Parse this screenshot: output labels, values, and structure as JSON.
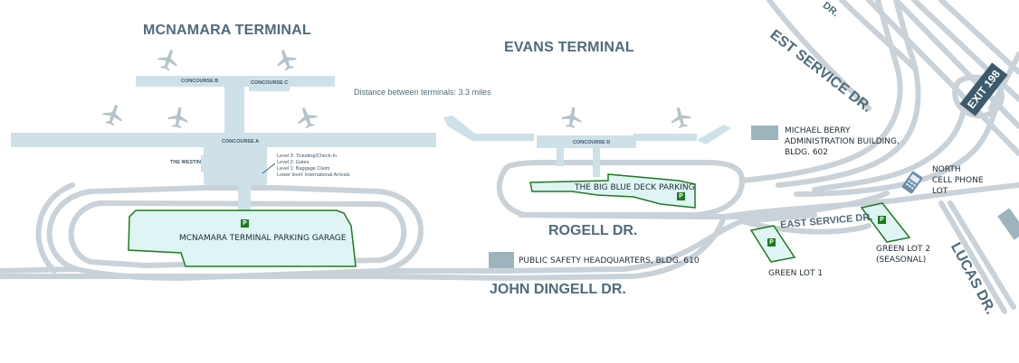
{
  "terminals": {
    "mcnamara": "MCNAMARA TERMINAL",
    "evans": "EVANS TERMINAL"
  },
  "concourses": {
    "a": "CONCOURSE A",
    "b": "CONCOURSE B",
    "c": "CONCOURSE C",
    "d": "CONCOURSE D"
  },
  "westin": "THE WESTIN",
  "levels": [
    "Level 3: Ticketing/Check-In",
    "Level 2: Gates",
    "Level 1: Baggage Claim",
    "Lower level: International Arrivals"
  ],
  "distance_note": "Distance between terminals: 3.3 miles",
  "parking": {
    "mcnamara_garage": "MCNAMARA TERMINAL PARKING GARAGE",
    "big_blue_deck": "THE BIG BLUE DECK PARKING",
    "green_lot_1": "GREEN LOT 1",
    "green_lot_2_line1": "GREEN LOT 2",
    "green_lot_2_line2": "(SEASONAL)",
    "p_symbol": "P"
  },
  "buildings": {
    "admin_line1": "MICHAEL BERRY",
    "admin_line2": "ADMINISTRATION BUILDING,",
    "admin_line3": "BLDG. 602",
    "public_safety": "PUBLIC SAFETY HEADQUARTERS, BLDG. 610"
  },
  "cell_lot": {
    "line1": "NORTH",
    "line2": "CELL PHONE",
    "line3": "LOT"
  },
  "roads": {
    "rogell": "ROGELL DR.",
    "john_dingell": "JOHN DINGELL DR.",
    "east_service_bottom": "EAST SERVICE DR.",
    "east_service_top": "EST SERVICE DR.",
    "top_fragment": "DR.",
    "lucas": "LUCAS DR.",
    "exit": "EXIT 198"
  },
  "icons": [
    "airplane-icon",
    "parking-icon",
    "cell-phone-icon"
  ],
  "colors": {
    "road": "#c9d2d8",
    "terminal_building": "#cfe1e8",
    "parking_fill": "#dff5f5",
    "parking_outline": "#1f7a1f",
    "building_box": "#9db4bd",
    "label": "#4f6b7a",
    "exit_badge": "#3d5a6c"
  }
}
